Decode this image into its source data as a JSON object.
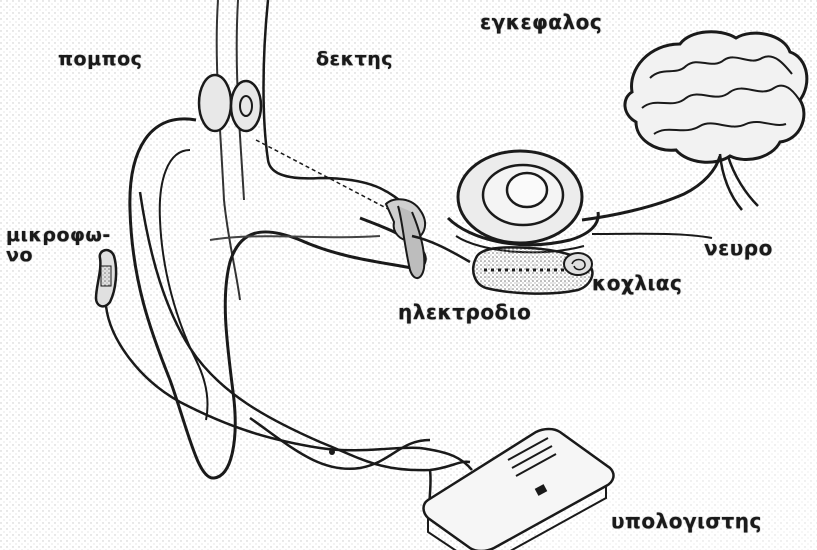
{
  "labels": {
    "transmitter": "πομπος",
    "receiver": "δεκτης",
    "brain": "εγκεφαλος",
    "nerve": "νευρο",
    "cochlea": "κοχλιας",
    "electrode": "ηλεκτροδιο",
    "microphone_line1": "μικροφω-",
    "microphone_line2": "νο",
    "computer": "υπολογιστης"
  },
  "colors": {
    "ink": "#1a1a1a",
    "paper": "#ffffff",
    "stipple": "#9a9a9a"
  }
}
